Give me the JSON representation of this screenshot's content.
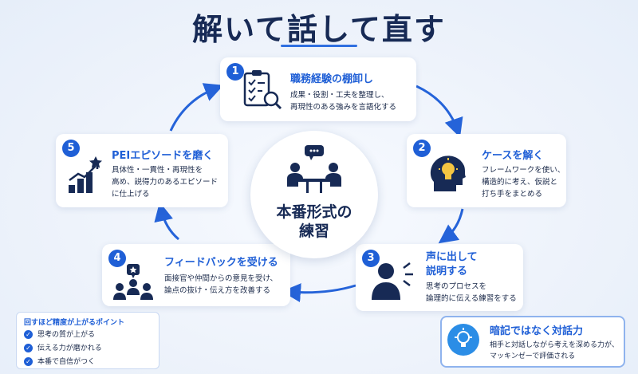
{
  "title": "解いて話して直す",
  "center": {
    "label": "本番形式の\n練習"
  },
  "steps": [
    {
      "number": "1",
      "title": "職務経験の棚卸し",
      "description": "成果・役割・工夫を整理し、\n再現性のある強みを言語化する"
    },
    {
      "number": "2",
      "title": "ケースを解く",
      "description": "フレームワークを使い、\n構造的に考え、仮説と\n打ち手をまとめる"
    },
    {
      "number": "3",
      "title": "声に出して\n説明する",
      "description": "思考のプロセスを\n論理的に伝える練習をする"
    },
    {
      "number": "4",
      "title": "フィードバックを受ける",
      "description": "面接官や仲間からの意見を受け、\n論点の抜け・伝え方を改善する"
    },
    {
      "number": "5",
      "title": "PEIエピソードを磨く",
      "description": "具体性・一貫性・再現性を\n高め、説得力のあるエピソード\nに仕上げる"
    }
  ],
  "points": {
    "title": "回すほど精度が上がるポイント",
    "items": [
      "思考の質が上がる",
      "伝える力が磨かれる",
      "本番で自信がつく"
    ]
  },
  "tip": {
    "title": "暗記ではなく対話力",
    "description": "相手と対話しながら考えを深める力が、\nマッキンゼーで評価される"
  },
  "colors": {
    "accent": "#1f5fd6",
    "title": "#172a55",
    "background": "#eef3fb"
  },
  "icons": [
    "checklist-magnifier-icon",
    "head-lightbulb-icon",
    "speaker-icon",
    "team-feedback-icon",
    "growth-chart-star-icon",
    "meeting-icon",
    "lightbulb-icon",
    "check-icon"
  ]
}
